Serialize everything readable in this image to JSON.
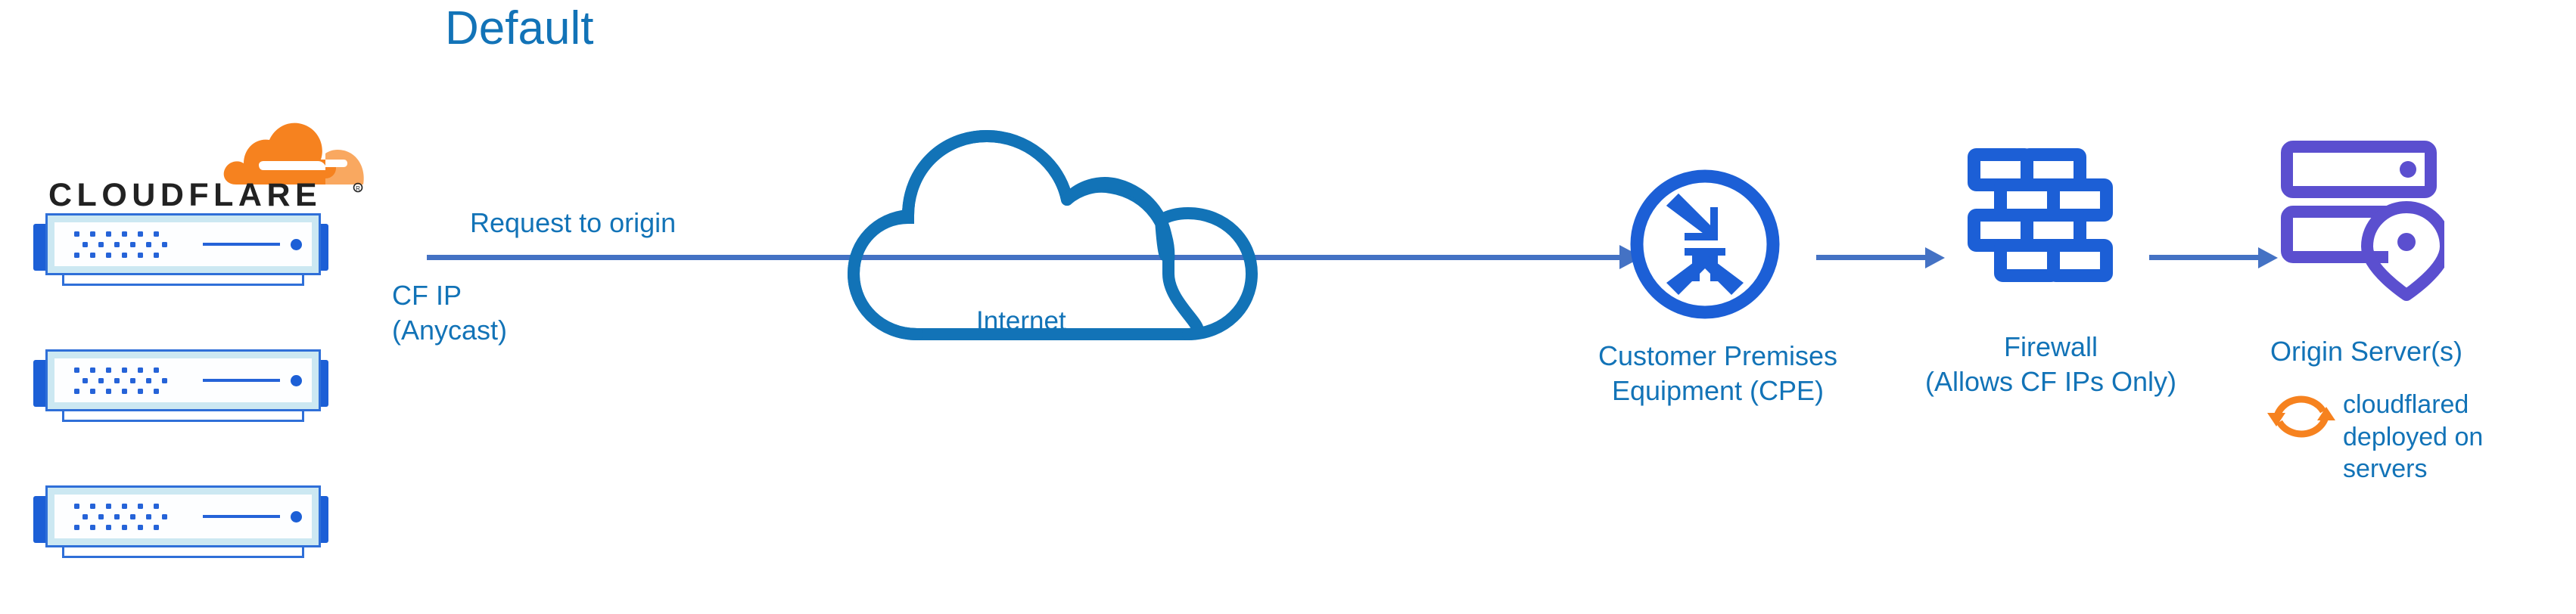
{
  "diagram": {
    "title": "Default",
    "type": "network-architecture-diagram",
    "colors": {
      "title_blue": "#1273B7",
      "label_blue": "#1273B7",
      "arrow_blue": "#4472C4",
      "icon_blue": "#1C5FD6",
      "server_frame_blue": "#2F6FD8",
      "server_fill_light": "#CCE8F2",
      "origin_purple": "#5B4FCF",
      "cloudflare_orange": "#F6821F",
      "cloudflare_orange_light": "#F9A860",
      "wordmark_black": "#222222"
    }
  },
  "cloudflare": {
    "wordmark": "CLOUDFLARE",
    "registered_mark": "®",
    "logo_icon": "cloudflare-cloud-logo",
    "servers": [
      {
        "name": "cf-server-unit-1"
      },
      {
        "name": "cf-server-unit-2"
      },
      {
        "name": "cf-server-unit-3"
      }
    ],
    "ip_label_line1": "CF IP",
    "ip_label_line2": "(Anycast)"
  },
  "flow": {
    "request_label": "Request to origin",
    "arrow_icon": "right-arrow-icon"
  },
  "internet": {
    "label": "Internet",
    "icon": "cloud-outline-icon"
  },
  "cpe": {
    "icon": "router-four-arrows-icon",
    "label_line1": "Customer Premises",
    "label_line2": "Equipment (CPE)"
  },
  "firewall": {
    "icon": "brick-wall-icon",
    "label_line1": "Firewall",
    "label_line2": "(Allows CF IPs Only)"
  },
  "origin": {
    "icon": "server-rack-with-location-pin-icon",
    "label": "Origin Server(s)",
    "tunnel_icon": "refresh-sync-circular-arrows-icon",
    "tunnel_label_line1": "cloudflared",
    "tunnel_label_line2": "deployed on",
    "tunnel_label_line3": "servers"
  }
}
